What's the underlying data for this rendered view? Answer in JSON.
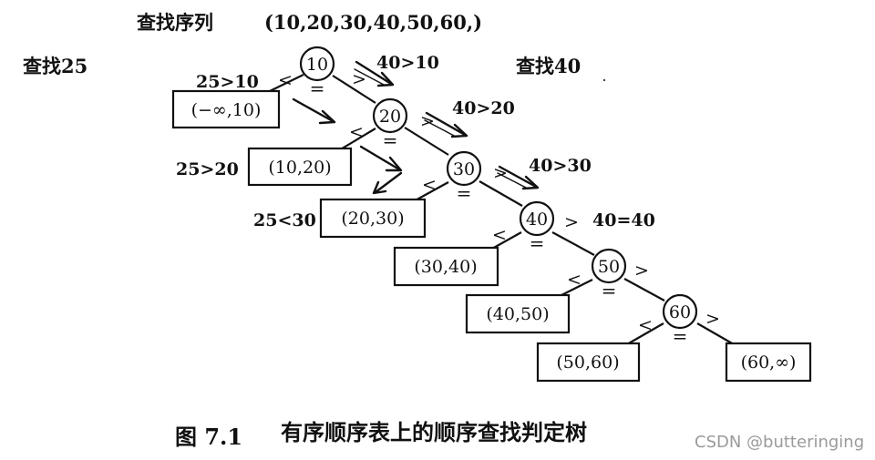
{
  "header": {
    "sequence_label": "查找序列",
    "sequence": "(10,20,30,40,50,60,)",
    "search25_label": "查找25",
    "search40_label": "查找40"
  },
  "nodes": [
    "10",
    "20",
    "30",
    "40",
    "50",
    "60"
  ],
  "intervals": [
    "(−∞,10)",
    "(10,20)",
    "(20,30)",
    "(30,40)",
    "(40,50)",
    "(50,60)",
    "(60,∞)"
  ],
  "symbols": {
    "less": "<",
    "greater": ">",
    "equal": "="
  },
  "search25_steps": [
    "25>10",
    "25>20",
    "25<30"
  ],
  "search40_steps": [
    "40>10",
    "40>20",
    "40>30",
    "40=40"
  ],
  "caption": {
    "number": "图 7.1",
    "text": "有序顺序表上的顺序查找判定树"
  },
  "watermark": "CSDN @butteringing"
}
